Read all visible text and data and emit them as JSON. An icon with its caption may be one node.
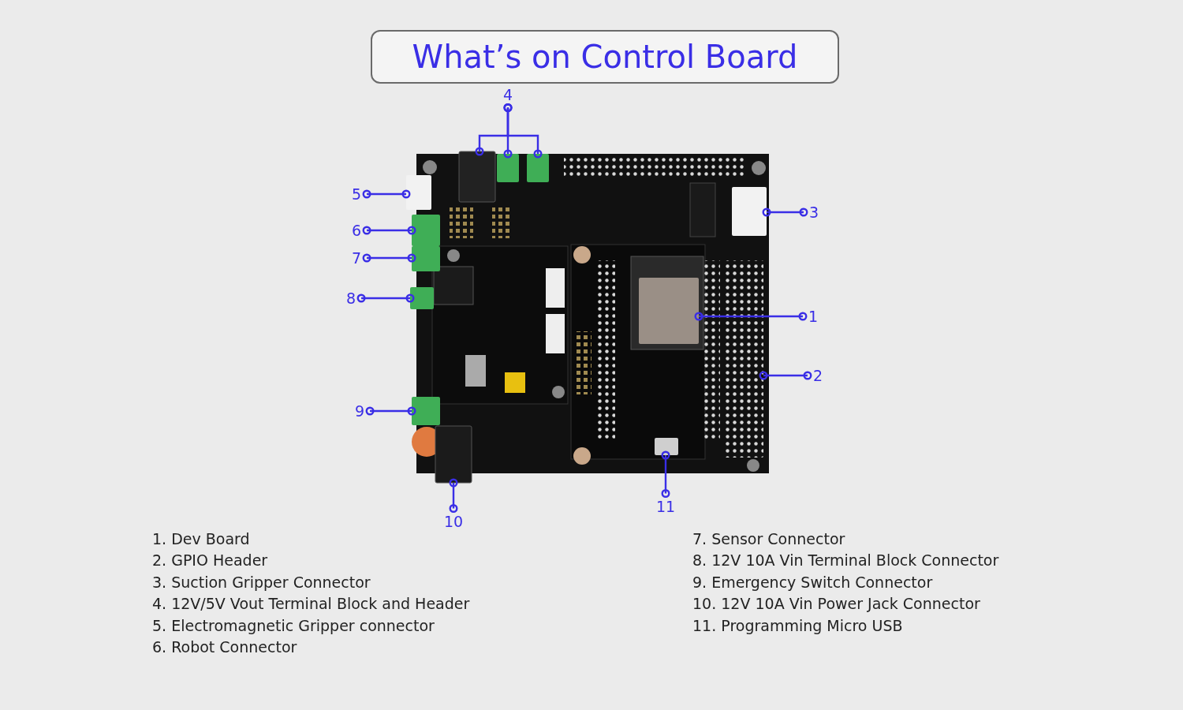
{
  "diagram": {
    "title": "What’s on Control Board",
    "nodes": [
      {
        "text": [
          "4"
        ]
      },
      {
        "text": [
          "5"
        ]
      },
      {
        "text": [
          "3"
        ]
      },
      {
        "text": [
          "6"
        ]
      },
      {
        "text": [
          "7"
        ]
      },
      {
        "text": [
          "8"
        ]
      },
      {
        "text": [
          "1"
        ]
      },
      {
        "text": [
          "2"
        ]
      },
      {
        "text": [
          "9"
        ]
      },
      {
        "text": [
          "10"
        ]
      },
      {
        "text": [
          "11"
        ]
      },
      {
        "text": [],
        "shape": "box"
      },
      {
        "text": [],
        "shape": "box"
      },
      {
        "text": [],
        "shape": "box"
      },
      {
        "text": [],
        "shape": "box"
      },
      {
        "text": [],
        "shape": "box"
      },
      {
        "text": [],
        "shape": "box"
      },
      {
        "text": [],
        "shape": "box"
      },
      {
        "text": [],
        "shape": "box"
      },
      {
        "text": [],
        "shape": "box"
      },
      {
        "text": [],
        "shape": "box"
      },
      {
        "text": [],
        "shape": "box"
      },
      {
        "text": [],
        "shape": "box"
      },
      {
        "text": [],
        "shape": "box"
      }
    ],
    "edges": [
      {
        "from": 0,
        "to": 11,
        "arrow": "other"
      },
      {
        "from": 0,
        "to": 12,
        "arrow": "other"
      },
      {
        "from": 0,
        "to": 13,
        "arrow": "other"
      },
      {
        "from": 1,
        "to": 14,
        "arrow": "other"
      },
      {
        "from": 2,
        "to": 15,
        "arrow": "other"
      },
      {
        "from": 3,
        "to": 16,
        "arrow": "other"
      },
      {
        "from": 4,
        "to": 17,
        "arrow": "other"
      },
      {
        "from": 5,
        "to": 18,
        "arrow": "other"
      },
      {
        "from": 6,
        "to": 19,
        "arrow": "other"
      },
      {
        "from": 7,
        "to": 20,
        "arrow": "other"
      },
      {
        "from": 8,
        "to": 21,
        "arrow": "other"
      },
      {
        "from": 9,
        "to": 22,
        "arrow": "other"
      },
      {
        "from": 10,
        "to": 23,
        "arrow": "other"
      }
    ],
    "labels": [
      "1. Dev Board",
      "2. GPIO Header",
      "3. Suction Gripper Connector",
      "4. 12V/5V Vout Terminal Block and Header",
      "5. Electromagnetic Gripper connector",
      "6. Robot Connector",
      "7. Sensor Connector",
      "8. 12V 10A Vin Terminal Block Connector",
      "9. Emergency Switch Connector",
      "10. 12V 10A Vin Power Jack Connector",
      "11. Programming Micro USB"
    ]
  }
}
